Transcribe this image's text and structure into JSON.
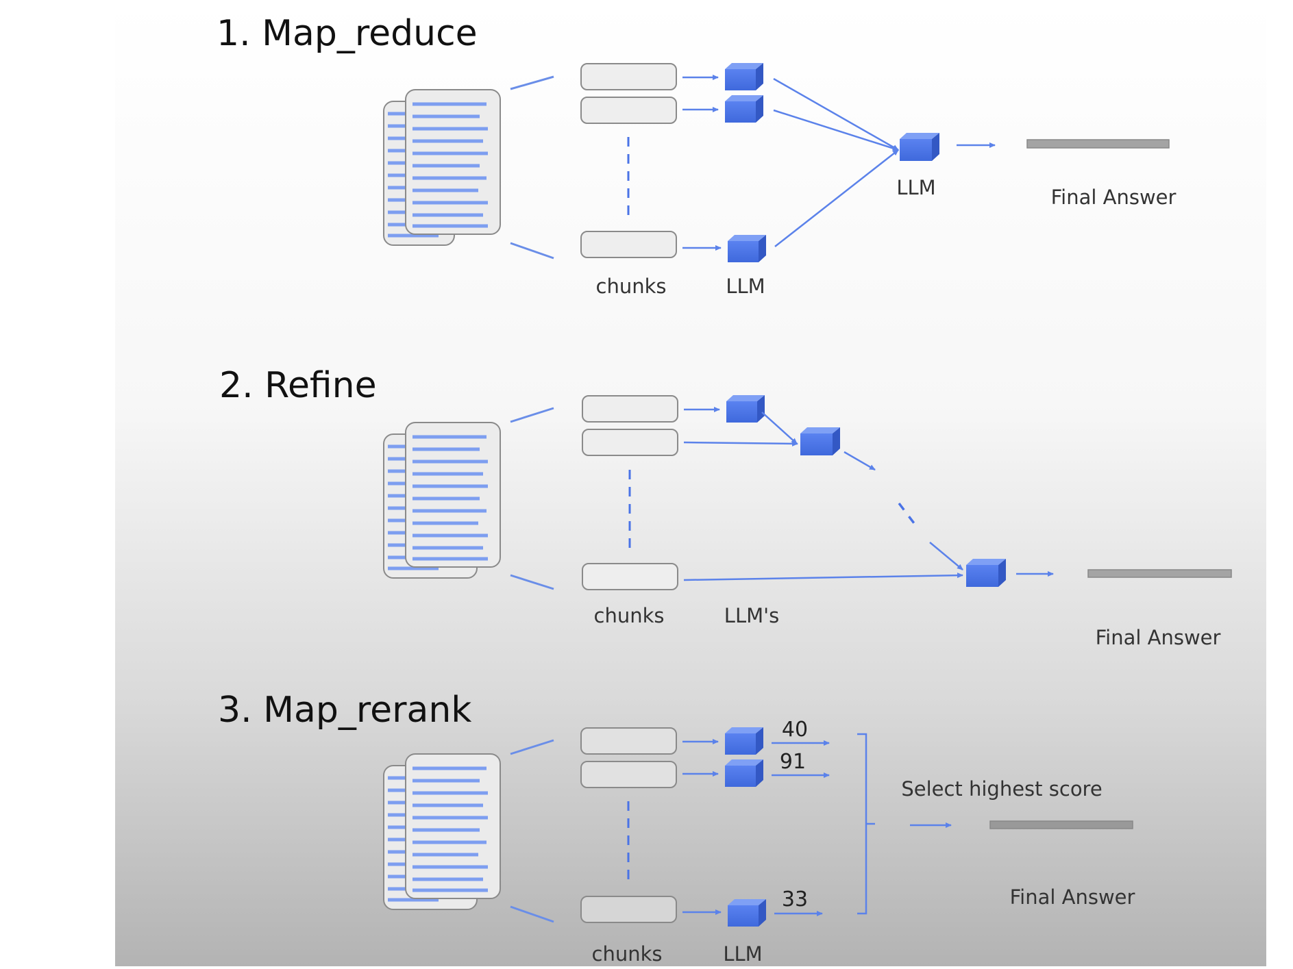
{
  "colors": {
    "accent": "#4a73e6",
    "arrow": "#5b82ea",
    "doc_line": "#7d9ef0",
    "doc_fill": "#ececec",
    "doc_stroke": "#8a8a8a",
    "chunk_fill": "#eeeeee",
    "chunk_stroke": "#8a8a8a",
    "answer_bar": "#999999",
    "background_top": "#ffffff",
    "background_bottom": "#b3b3b3"
  },
  "sections": [
    {
      "title": "1. Map_reduce",
      "chunks_label": "chunks",
      "llm_label": "LLM",
      "combine_llm_label": "LLM",
      "final_answer_label": "Final Answer"
    },
    {
      "title": "2. Refine",
      "chunks_label": "chunks",
      "llm_label": "LLM's",
      "final_answer_label": "Final Answer"
    },
    {
      "title": "3. Map_rerank",
      "chunks_label": "chunks",
      "llm_label": "LLM",
      "scores": [
        "40",
        "91",
        "33"
      ],
      "select_label": "Select highest score",
      "final_answer_label": "Final Answer"
    }
  ]
}
